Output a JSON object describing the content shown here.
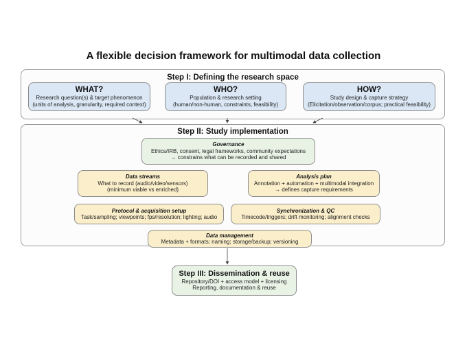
{
  "title": "A flexible decision framework for multimodal data collection",
  "step1": {
    "title": "Step I: Defining the research space",
    "what": {
      "heading": "WHAT?",
      "lines": [
        "Research question(s) & target phenomenon",
        "(units of analysis, granularity, required context)"
      ]
    },
    "who": {
      "heading": "WHO?",
      "lines": [
        "Population & research setting",
        "(human/non-human, constraints, feasibility)"
      ]
    },
    "how": {
      "heading": "HOW?",
      "lines": [
        "Study design & capture strategy",
        "(Elicitation/observation/corpus; practical feasibility)"
      ]
    }
  },
  "step2": {
    "title": "Step II: Study implementation",
    "governance": {
      "heading": "Governance",
      "lines": [
        "Ethics/IRB, consent, legal frameworks, community expectations",
        "→ constrains what can be recorded and shared"
      ]
    },
    "data_streams": {
      "heading": "Data streams",
      "lines": [
        "What to record (audio/video/sensors)",
        "(minimum viable vs enriched)"
      ]
    },
    "analysis_plan": {
      "heading": "Analysis plan",
      "lines": [
        "Annotation + automation + multimodal integration",
        "→ defines capture requirements"
      ]
    },
    "protocol": {
      "heading": "Protocol & acquisition setup",
      "lines": [
        "Task/sampling; viewpoints; fps/resolution; lighting; audio"
      ]
    },
    "sync": {
      "heading": "Synchronization & QC",
      "lines": [
        "Timecode/triggers; drift monitoring; alignment checks"
      ]
    },
    "data_management": {
      "heading": "Data management",
      "lines": [
        "Metadata + formats; naming; storage/backup; versioning"
      ]
    }
  },
  "step3": {
    "heading": "Step III: Dissemination & reuse",
    "lines": [
      "Repository/DOI + access model + licensing",
      "Reporting, documentation & reuse"
    ]
  },
  "colors": {
    "step1_boxes": "#dbe7f5",
    "governance_and_step3": "#e8f3e6",
    "implementation_boxes": "#fbefcb",
    "outer_panels": "#fcfcfc",
    "borders": "#8c8c8c"
  }
}
